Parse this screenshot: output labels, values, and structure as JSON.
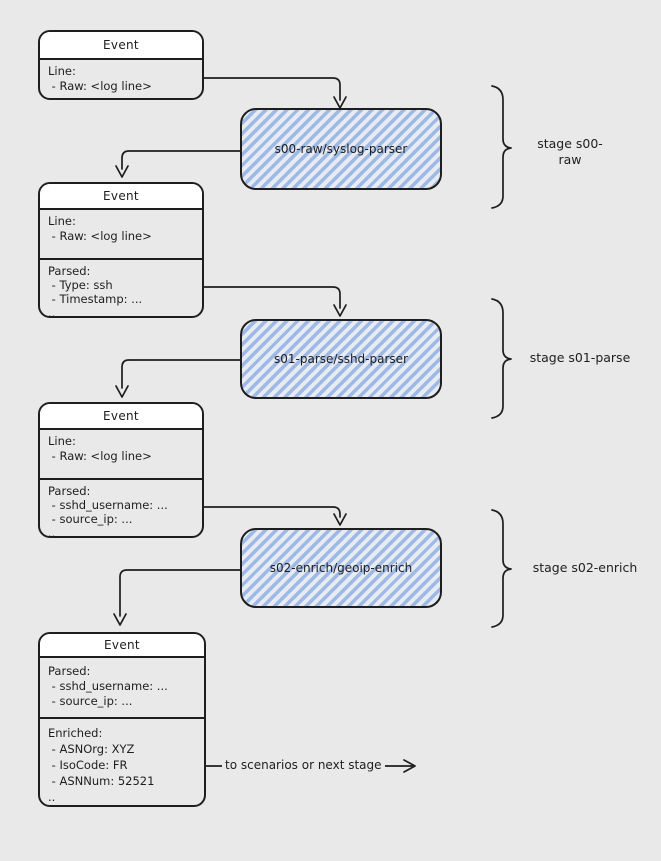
{
  "colors": {
    "canvas_bg": "#e9e9e9",
    "stroke": "#1e1e1e",
    "event_title_fill": "#ffffff",
    "stage_hachure_blue": "#9fb9e6"
  },
  "events": [
    {
      "title": "Event",
      "sections": [
        {
          "lines": [
            "Line:",
            " - Raw: <log line>"
          ]
        }
      ]
    },
    {
      "title": "Event",
      "sections": [
        {
          "lines": [
            "Line:",
            " - Raw: <log line>"
          ]
        },
        {
          "lines": [
            "Parsed:",
            " - Type: ssh",
            " - Timestamp: ...",
            ".."
          ]
        }
      ]
    },
    {
      "title": "Event",
      "sections": [
        {
          "lines": [
            "Line:",
            " - Raw: <log line>"
          ]
        },
        {
          "lines": [
            "Parsed:",
            " - sshd_username: ...",
            " - source_ip: ...",
            ".."
          ]
        }
      ]
    },
    {
      "title": "Event",
      "sections": [
        {
          "lines": [
            "Parsed:",
            " - sshd_username: ...",
            " - source_ip: ..."
          ]
        },
        {
          "lines": [
            "Enriched:",
            " - ASNOrg: XYZ",
            " - IsoCode: FR",
            " - ASNNum: 52521",
            ".."
          ]
        }
      ]
    }
  ],
  "stages": [
    {
      "label": "s00-raw/syslog-parser",
      "brace_label": "stage s00-\nraw"
    },
    {
      "label": "s01-parse/sshd-parser",
      "brace_label": "stage s01-parse"
    },
    {
      "label": "s02-enrich/geoip-enrich",
      "brace_label": "stage s02-enrich"
    }
  ],
  "output_label": "to scenarios or next stage"
}
